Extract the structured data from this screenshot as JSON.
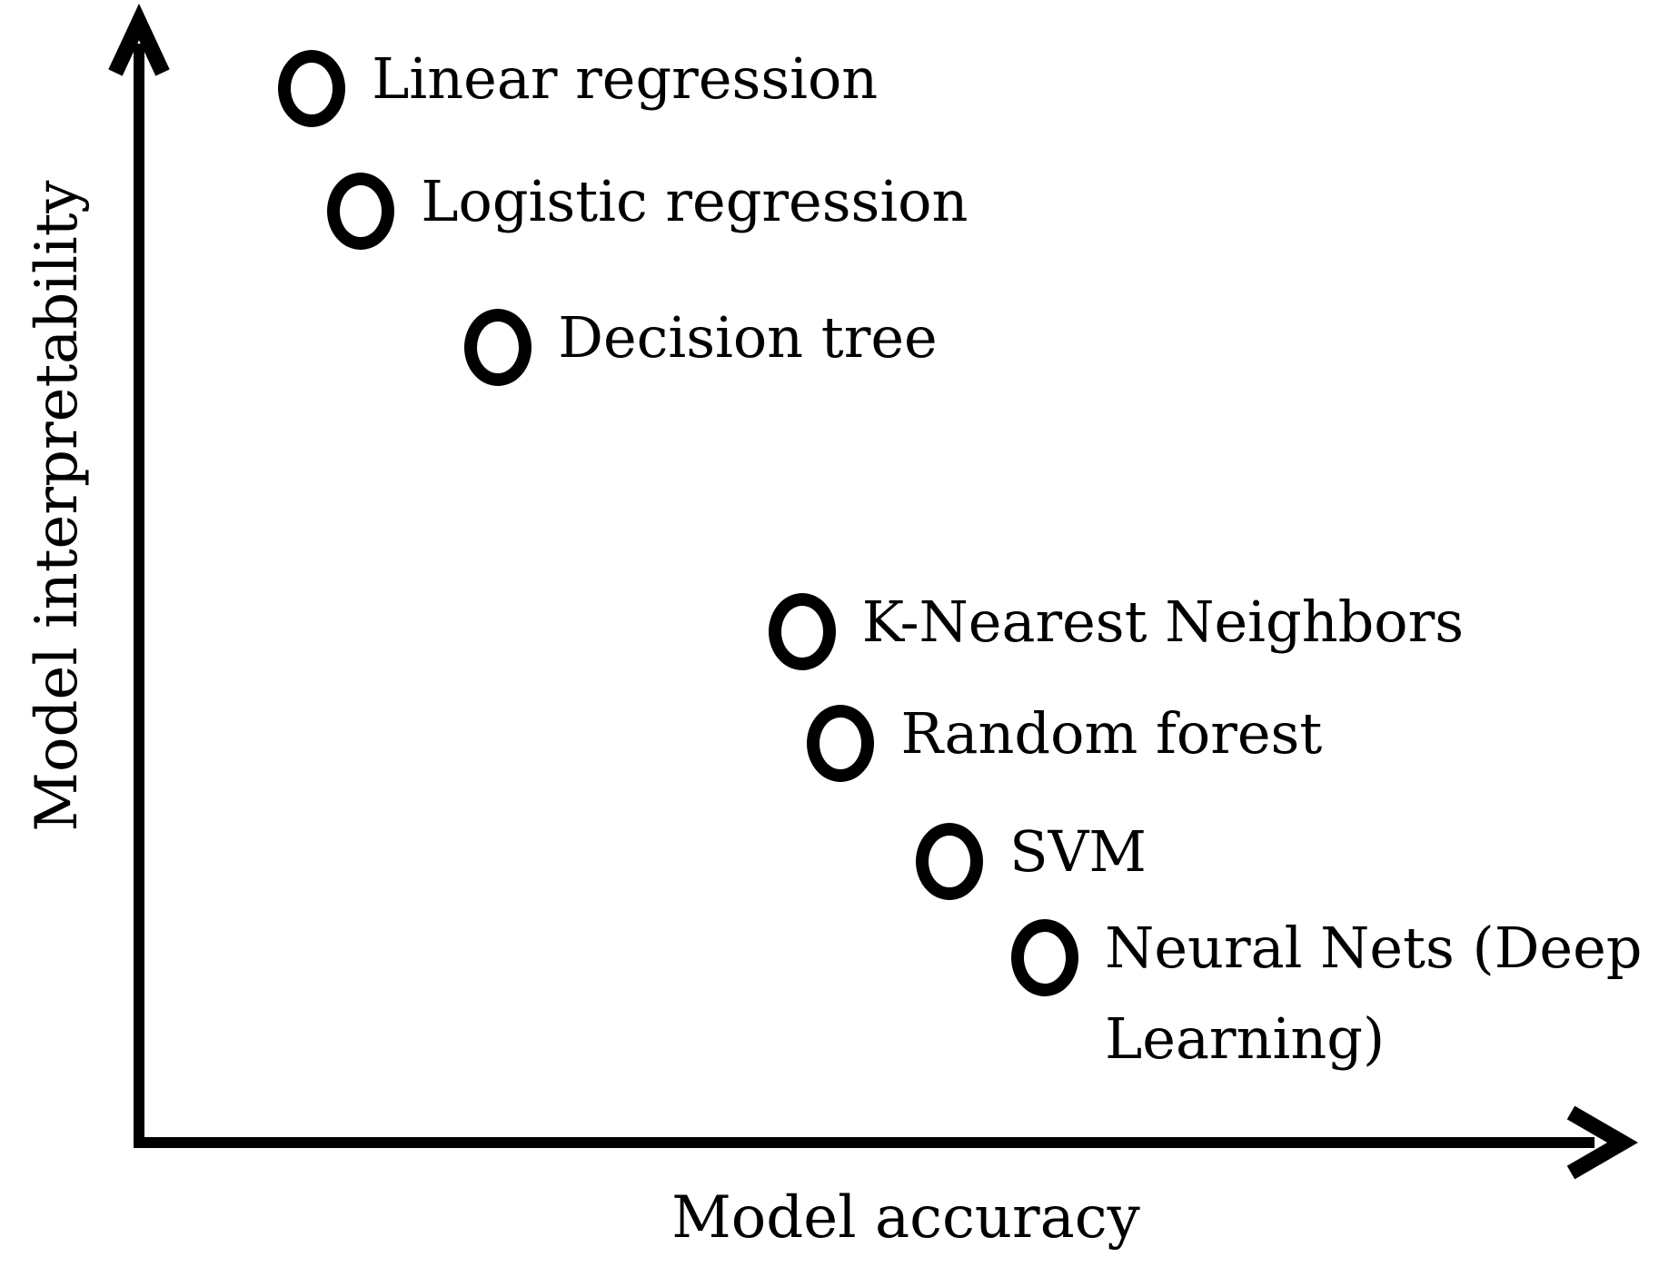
{
  "page": {
    "background": "#ffffff",
    "ink_color": "#000000"
  },
  "chart_data": {
    "type": "scatter",
    "title": "",
    "xlabel": "Model accuracy",
    "ylabel": "Model interpretability",
    "x_axis": {
      "label": "Model accuracy",
      "tick_labels": [],
      "has_arrowhead": true
    },
    "y_axis": {
      "label": "Model interpretability",
      "tick_labels": [],
      "has_arrowhead": true
    },
    "gridlines": false,
    "legend_position": "none",
    "marker_style": "open-circle",
    "coords_note": "x = model accuracy, y = model interpretability; normalized 0-1, estimated from marker positions (axes are unlabeled conceptual axes)",
    "points": [
      {
        "label": "Linear regression",
        "x": 0.116,
        "y": 0.937
      },
      {
        "label": "Logistic regression",
        "x": 0.149,
        "y": 0.828
      },
      {
        "label": "Decision tree",
        "x": 0.241,
        "y": 0.707
      },
      {
        "label": "K-Nearest Neighbors",
        "x": 0.445,
        "y": 0.454
      },
      {
        "label": "Random forest",
        "x": 0.471,
        "y": 0.355
      },
      {
        "label": "SVM",
        "x": 0.544,
        "y": 0.25
      },
      {
        "label": "Neural Nets (Deep\nLearning)",
        "x": 0.608,
        "y": 0.164
      }
    ]
  }
}
